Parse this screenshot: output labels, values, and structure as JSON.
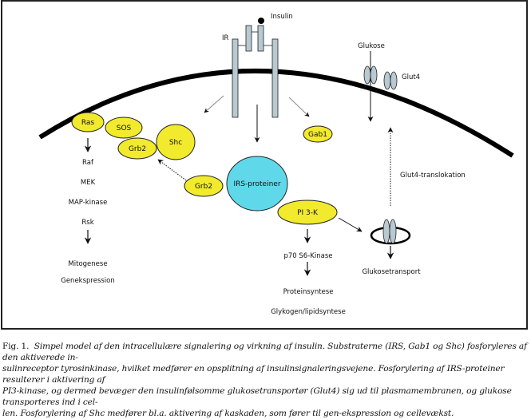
{
  "diagram": {
    "labels": {
      "insulin": "Insulin",
      "ir": "IR",
      "glukose": "Glukose",
      "glut4": "Glut4",
      "glut4_translokation": "Glut4-translokation",
      "glukosetransport": "Glukosetransport"
    },
    "nodes": {
      "ras": "Ras",
      "sos": "SOS",
      "grb2_top": "Grb2",
      "shc": "Shc",
      "gab1": "Gab1",
      "grb2_lower": "Grb2",
      "irs": "IRS-proteiner",
      "pi3k": "PI 3-K"
    },
    "mapk_cascade": [
      "Raf",
      "MEK",
      "MAP-kinase",
      "Rsk"
    ],
    "mapk_outcomes": [
      "Mitogenese",
      "Genekspression"
    ],
    "pi3k_cascade": {
      "p70": "p70 S6-Kinase",
      "outcomes": [
        "Proteinsyntese",
        "Glykogen/lipidsyntese"
      ]
    },
    "colors": {
      "yellow_node": "#f2ea2c",
      "irs_node": "#5fd9ea",
      "receptor": "#b9c9d2",
      "membrane": "#000000"
    }
  },
  "caption": {
    "fig_label": "Fig. 1.",
    "lines": [
      "Simpel model af den intracellulære signalering og virkning af insulin. Substraterne (IRS, Gab1 og Shc) fosforyleres af den aktiverede in-",
      "sulinreceptor tyrosinkinase, hvilket medfører en opsplitning af insulinsignaleringsvejene. Fosforylering af IRS-proteiner resulterer i aktivering af",
      "PI3-kinase, og dermed bevæger den insulinfølsomme glukosetransportør (Glut4) sig ud til plasmamembranen, og glukose transporteres ind i cel-",
      "len. Fosforylering af Shc medfører bl.a. aktivering af kaskaden, som fører til gen-ekspression og cellevækst."
    ]
  }
}
